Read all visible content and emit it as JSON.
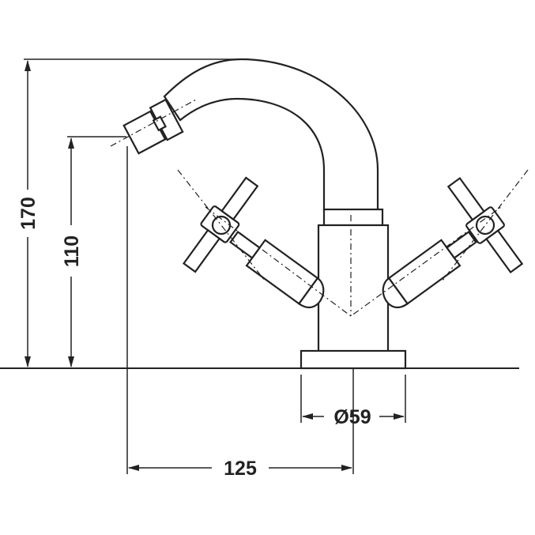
{
  "dimensions": {
    "total_height": "170",
    "spout_height": "110",
    "base_diameter": "Ø59",
    "spout_reach": "125"
  }
}
